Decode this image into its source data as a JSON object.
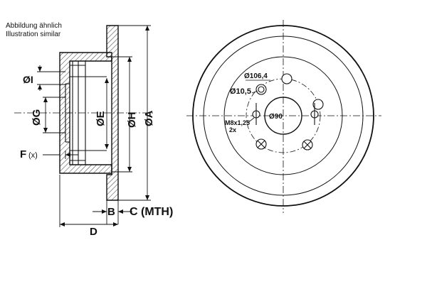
{
  "caption": {
    "line1": "Abbildung ähnlich",
    "line2": "Illustration similar"
  },
  "side_view": {
    "labels": {
      "I": "ØI",
      "G": "ØG",
      "E": "ØE",
      "H": "ØH",
      "A": "ØA",
      "F": "F",
      "F_suffix": "(x)",
      "B": "B",
      "C": "C (MTH)",
      "D": "D"
    }
  },
  "front_view": {
    "labels": {
      "pcd": "Ø106,4",
      "hole": "Ø10,5",
      "center": "Ø90",
      "thread": "M8x1,25",
      "thread_count": "2x"
    }
  }
}
